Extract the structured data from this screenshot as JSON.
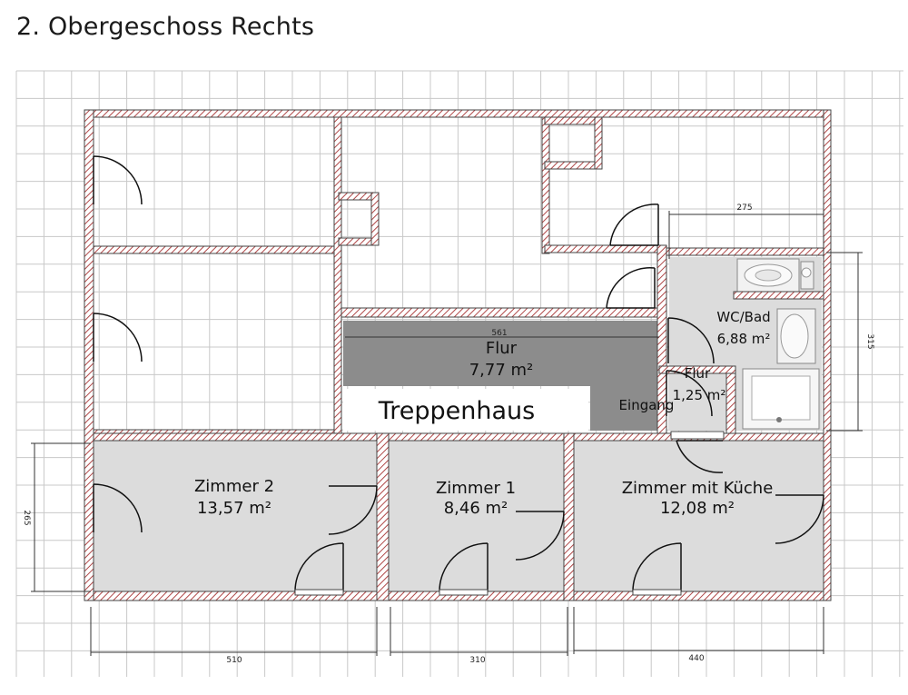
{
  "title": "2. Obergeschoss Rechts",
  "rooms": {
    "zimmer2": {
      "name": "Zimmer 2",
      "area": "13,57 m²"
    },
    "zimmer1": {
      "name": "Zimmer 1",
      "area": "8,46 m²"
    },
    "kueche": {
      "name": "Zimmer mit Küche",
      "area": "12,08 m²"
    },
    "wcbad": {
      "name": "WC/Bad",
      "area": "6,88 m²"
    },
    "flur": {
      "name": "Flur",
      "area": "7,77 m²"
    },
    "flur_small": {
      "name": "Flur",
      "area": "1,25 m²"
    }
  },
  "labels": {
    "treppenhaus": "Treppenhaus",
    "eingang": "Eingang"
  },
  "dimensions": {
    "d510": "510",
    "d310": "310",
    "d440": "440",
    "d561": "561",
    "d275": "275",
    "d315": "315",
    "d265": "265"
  },
  "colors": {
    "wall_hatch": "#b04848",
    "room_fill": "#dcdcdc",
    "flur_fill": "#8c8c8c",
    "grid": "#c8c8c8"
  }
}
